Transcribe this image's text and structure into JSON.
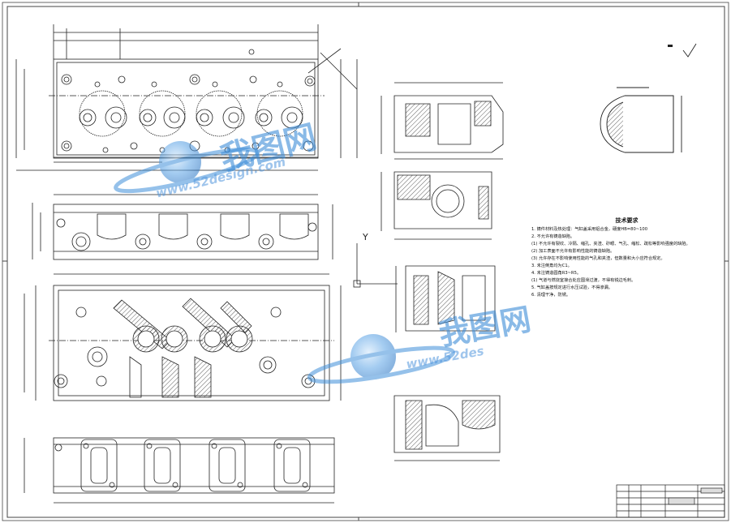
{
  "drawing": {
    "axis_label_y": "Y",
    "tech_requirements": {
      "title": "技术要求",
      "lines": [
        "1. 铸件材料及热处理：气缸盖采用铝合金，硬度HB=80~100",
        "2. 不允许有铸造缺陷。",
        "(1) 不允许有裂纹、冷隔、缩孔、夹渣、砂眼、气孔、缩松、疏松等影响强度的缺陷。",
        "(2) 加工表面不允许有影响性能的铸造缺陷。",
        "(3) 允许存在不影响使用性能的气孔和夹渣，但数量和大小应符合规定。",
        "3. 未注倒角均为C1。",
        "4. 未注铸造圆角R3~R5。",
        "(1) 气道与燃烧室接合处应圆滑过渡，不得有锐边毛刺。",
        "5. 气缸盖按规定进行水压试验，不得渗漏。",
        "6. 清理干净，防锈。"
      ]
    }
  },
  "watermarks": [
    {
      "cn": "我图网",
      "url": "www.52design.com"
    },
    {
      "cn": "我图网",
      "url": "www.52des"
    }
  ],
  "colors": {
    "line": "#222222",
    "watermark": "#3f8fd9"
  }
}
